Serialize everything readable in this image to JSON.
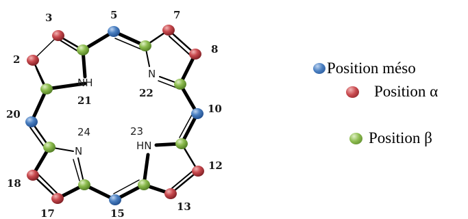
{
  "colors": {
    "meso": "#4a7fc1",
    "alpha": "#c94a4f",
    "beta": "#8cbb4e",
    "bond": "#000000"
  },
  "atom_numbers": {
    "n2": "2",
    "n3": "3",
    "n5": "5",
    "n7": "7",
    "n8": "8",
    "n10": "10",
    "n12": "12",
    "n13": "13",
    "n15": "15",
    "n17": "17",
    "n18": "18",
    "n20": "20"
  },
  "nitrogen_labels": {
    "nh21": "NH",
    "n21": "21",
    "n22atom": "N",
    "n22": "22",
    "n24": "24",
    "n24atom": "N",
    "n23": "23",
    "hn23": "HN"
  },
  "legend": {
    "meso": "Position méso",
    "alpha": "Position α",
    "beta": "Position β"
  }
}
